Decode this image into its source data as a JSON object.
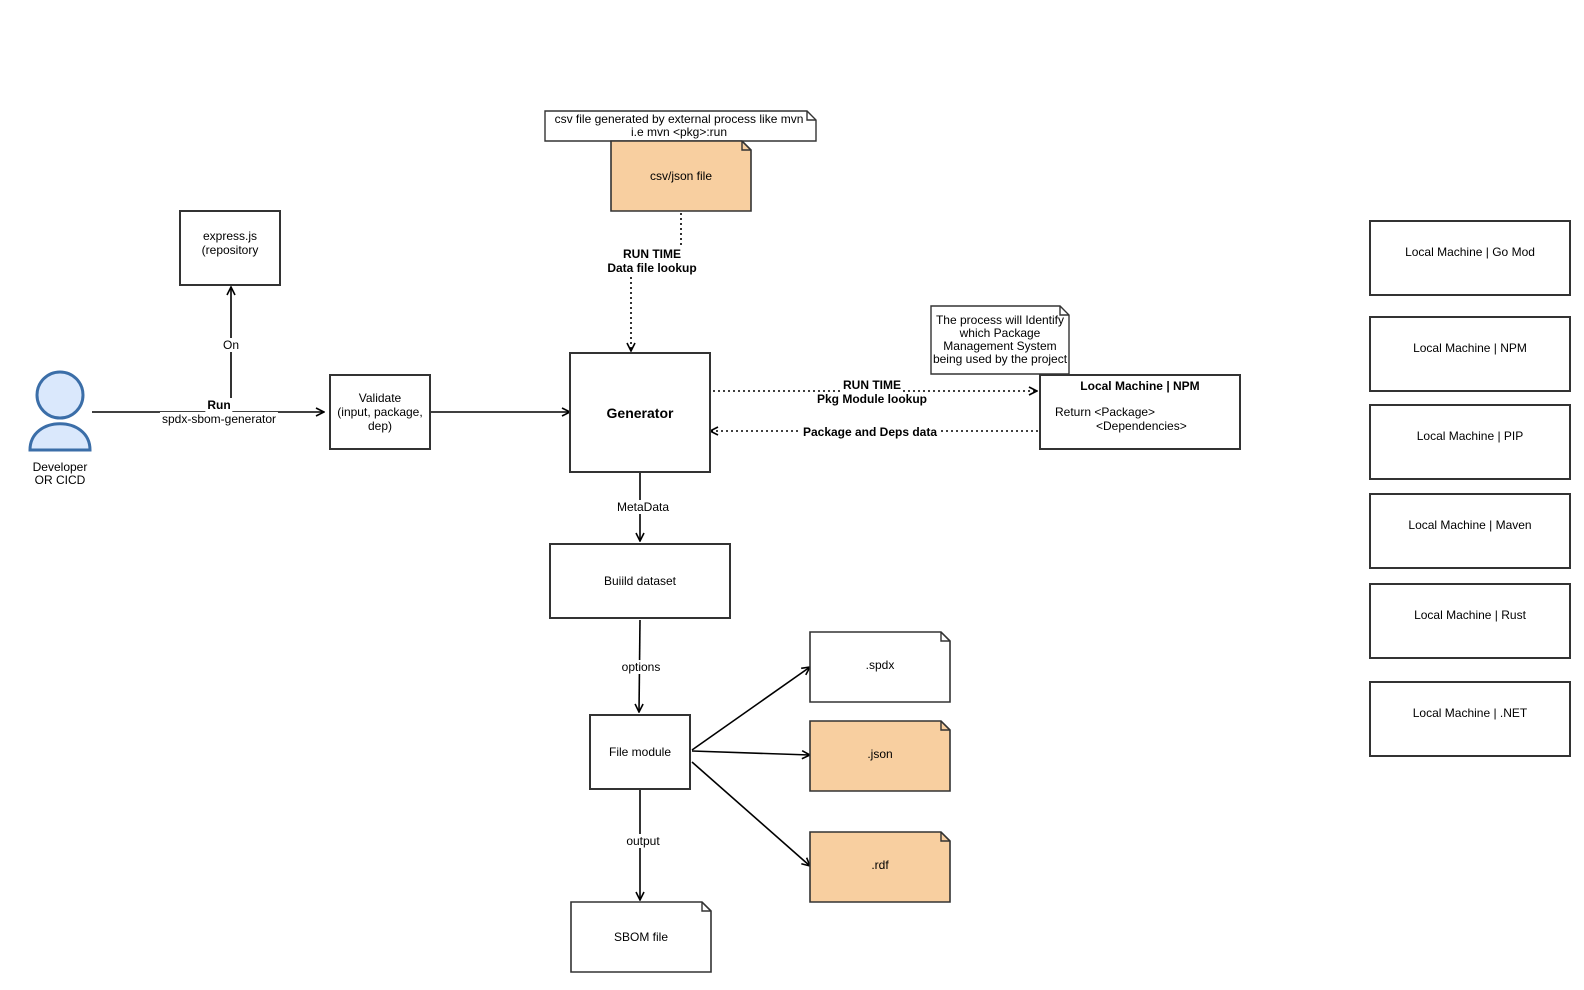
{
  "colors": {
    "stroke": "#000000",
    "box_border": "#333333",
    "file_fill": "#f8cfa0",
    "actor_fill": "#dae8fc",
    "actor_stroke": "#3b6ea8"
  },
  "actor": {
    "label": "Developer\nOR CICD",
    "icon": "user-icon"
  },
  "edges": {
    "run_bold": "Run",
    "run_sub": "spdx-sbom-generator",
    "on": "On",
    "runtime1_a": "RUN TIME",
    "runtime1_b": "Data file lookup",
    "runtime2_a": "RUN TIME",
    "runtime2_b": "Pkg Module lookup",
    "package_deps": "Package and Deps data",
    "metadata": "MetaData",
    "options": "options",
    "output": "output"
  },
  "nodes": {
    "express": "express.js\n(repository",
    "validate": "Validate\n(input, package,\ndep)",
    "generator": "Generator",
    "csv_note": "csv file generated by external process like mvn\ni.e mvn <pkg>:run",
    "csv_file": "csv/json file",
    "process_note": "The process will Identify\nwhich Package\nManagement System\nbeing used by the project",
    "local_npm_title": "Local Machine | NPM",
    "local_npm_line1": "Return <Package>",
    "local_npm_line2": "<Dependencies>",
    "build_dataset": "Buiild dataset",
    "file_module": "File module",
    "spdx": ".spdx",
    "json": ".json",
    "rdf": ".rdf",
    "sbom": "SBOM file"
  },
  "local_machines": [
    "Local Machine | Go Mod",
    "Local Machine | NPM",
    "Local Machine |  PIP",
    "Local Machine | Maven",
    "Local Machine | Rust",
    "Local Machine | .NET"
  ]
}
